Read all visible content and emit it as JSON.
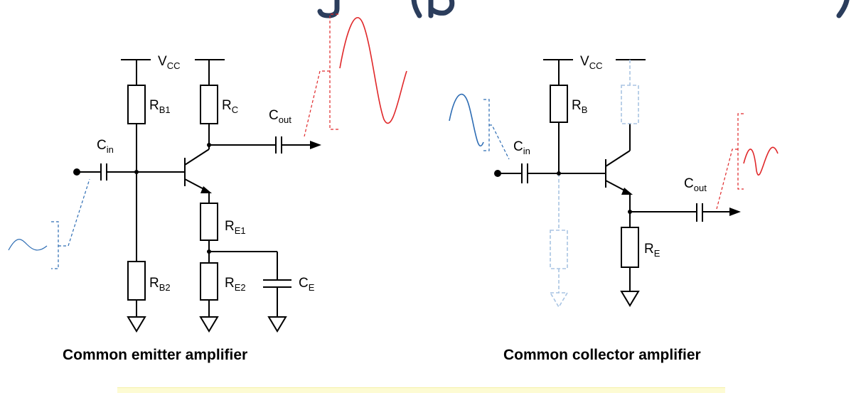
{
  "captions": {
    "common_emitter": "Common emitter amplifier",
    "common_collector": "Common collector amplifier"
  },
  "colors": {
    "wire": "#000000",
    "input_signal": "#2e6db4",
    "output_signal": "#e0282a",
    "ghost": "#a9c4e3",
    "title": "#2b3d5c",
    "note_box": "#fdfbd3"
  },
  "labels": {
    "ce": {
      "vcc": {
        "main": "V",
        "sub": "CC"
      },
      "rb1": {
        "main": "R",
        "sub": "B1"
      },
      "rc": {
        "main": "R",
        "sub": "C"
      },
      "cout": {
        "main": "C",
        "sub": "out"
      },
      "cin": {
        "main": "C",
        "sub": "in"
      },
      "re1": {
        "main": "R",
        "sub": "E1"
      },
      "rb2": {
        "main": "R",
        "sub": "B2"
      },
      "re2": {
        "main": "R",
        "sub": "E2"
      },
      "ce": {
        "main": "C",
        "sub": "E"
      }
    },
    "cc": {
      "vcc": {
        "main": "V",
        "sub": "CC"
      },
      "rb": {
        "main": "R",
        "sub": "B"
      },
      "cin": {
        "main": "C",
        "sub": "in"
      },
      "cout": {
        "main": "C",
        "sub": "out"
      },
      "re": {
        "main": "R",
        "sub": "E"
      }
    }
  }
}
